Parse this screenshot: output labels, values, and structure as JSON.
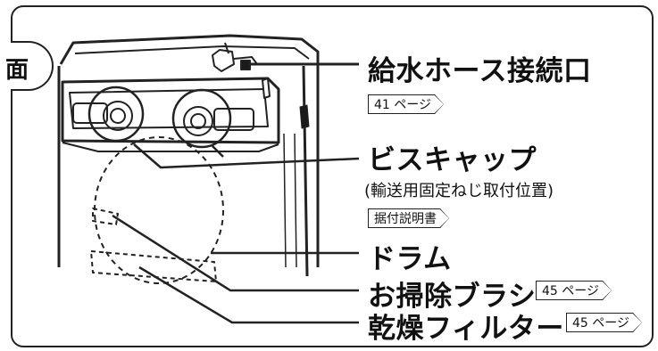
{
  "section_tab": "面",
  "labels": {
    "water_hose": "給水ホース接続口",
    "water_hose_ref": "41 ページ",
    "bis_cap": "ビスキャップ",
    "bis_cap_note": "(輸送用固定ねじ取付位置)",
    "bis_cap_ref": "据付説明書",
    "drum": "ドラム",
    "brush": "お掃除ブラシ",
    "brush_ref": "45 ページ",
    "filter": "乾燥フィルター",
    "filter_ref": "45 ページ"
  },
  "colors": {
    "line": "#222222",
    "body_fill": "#ffffff",
    "dark_fill": "#1a1a1a"
  }
}
